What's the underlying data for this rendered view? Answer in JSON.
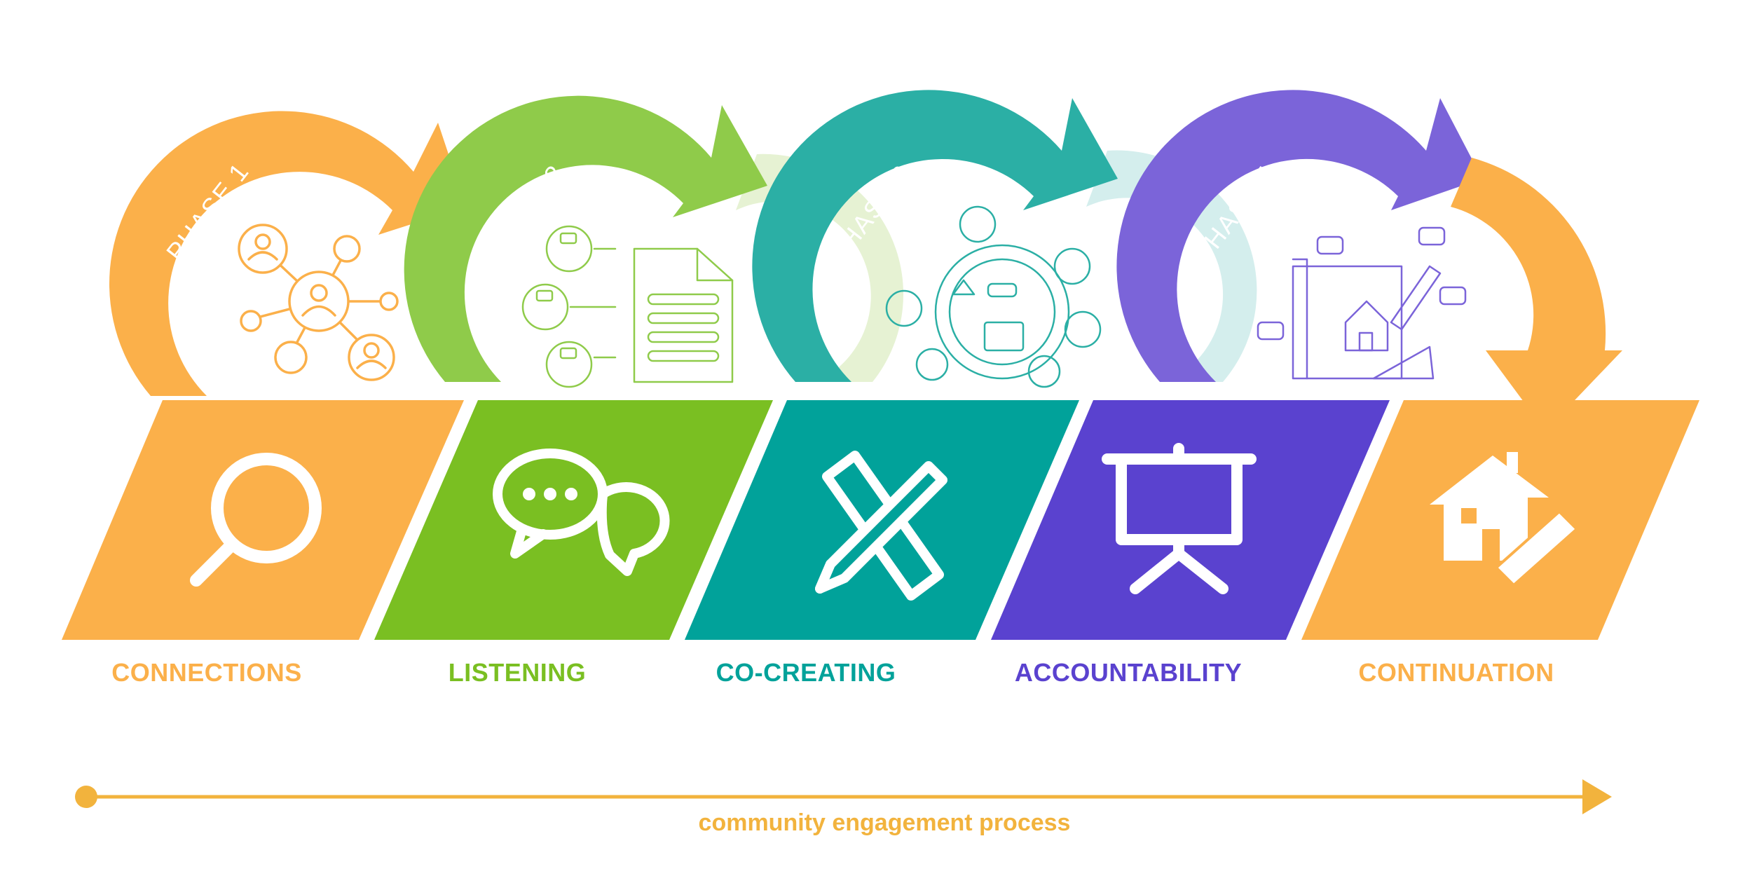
{
  "colors": {
    "orange": "#FBB04A",
    "green": "#7ABF22",
    "teal": "#01A29A",
    "purple": "#5A42CF",
    "green_light": "#DDEEC4",
    "teal_light": "#CDEBEA",
    "axis": "#F2B33D"
  },
  "phases": [
    {
      "label": "PHASE 1",
      "color": "#FBB04A"
    },
    {
      "label": "PHASE 2",
      "color": "#8FCB4A"
    },
    {
      "label": "PHASE 3",
      "color": "#2BAFA5"
    },
    {
      "label": "PHASE 4",
      "color": "#7B64D9"
    }
  ],
  "steps": [
    {
      "label": "CONNECTIONS",
      "icon": "magnifier-icon",
      "color": "#FBB04A"
    },
    {
      "label": "LISTENING",
      "icon": "speech-bubbles-icon",
      "color": "#7ABF22"
    },
    {
      "label": "CO-CREATING",
      "icon": "pencil-ruler-icon",
      "color": "#01A29A"
    },
    {
      "label": "ACCOUNTABILITY",
      "icon": "presentation-board-icon",
      "color": "#5A42CF"
    },
    {
      "label": "CONTINUATION",
      "icon": "house-ruler-icon",
      "color": "#FBB04A"
    }
  ],
  "illustrations": [
    "network-people-icon",
    "groups-to-document-icon",
    "people-around-table-icon",
    "house-blueprint-icon"
  ],
  "footer": {
    "label": "community engagement process"
  }
}
